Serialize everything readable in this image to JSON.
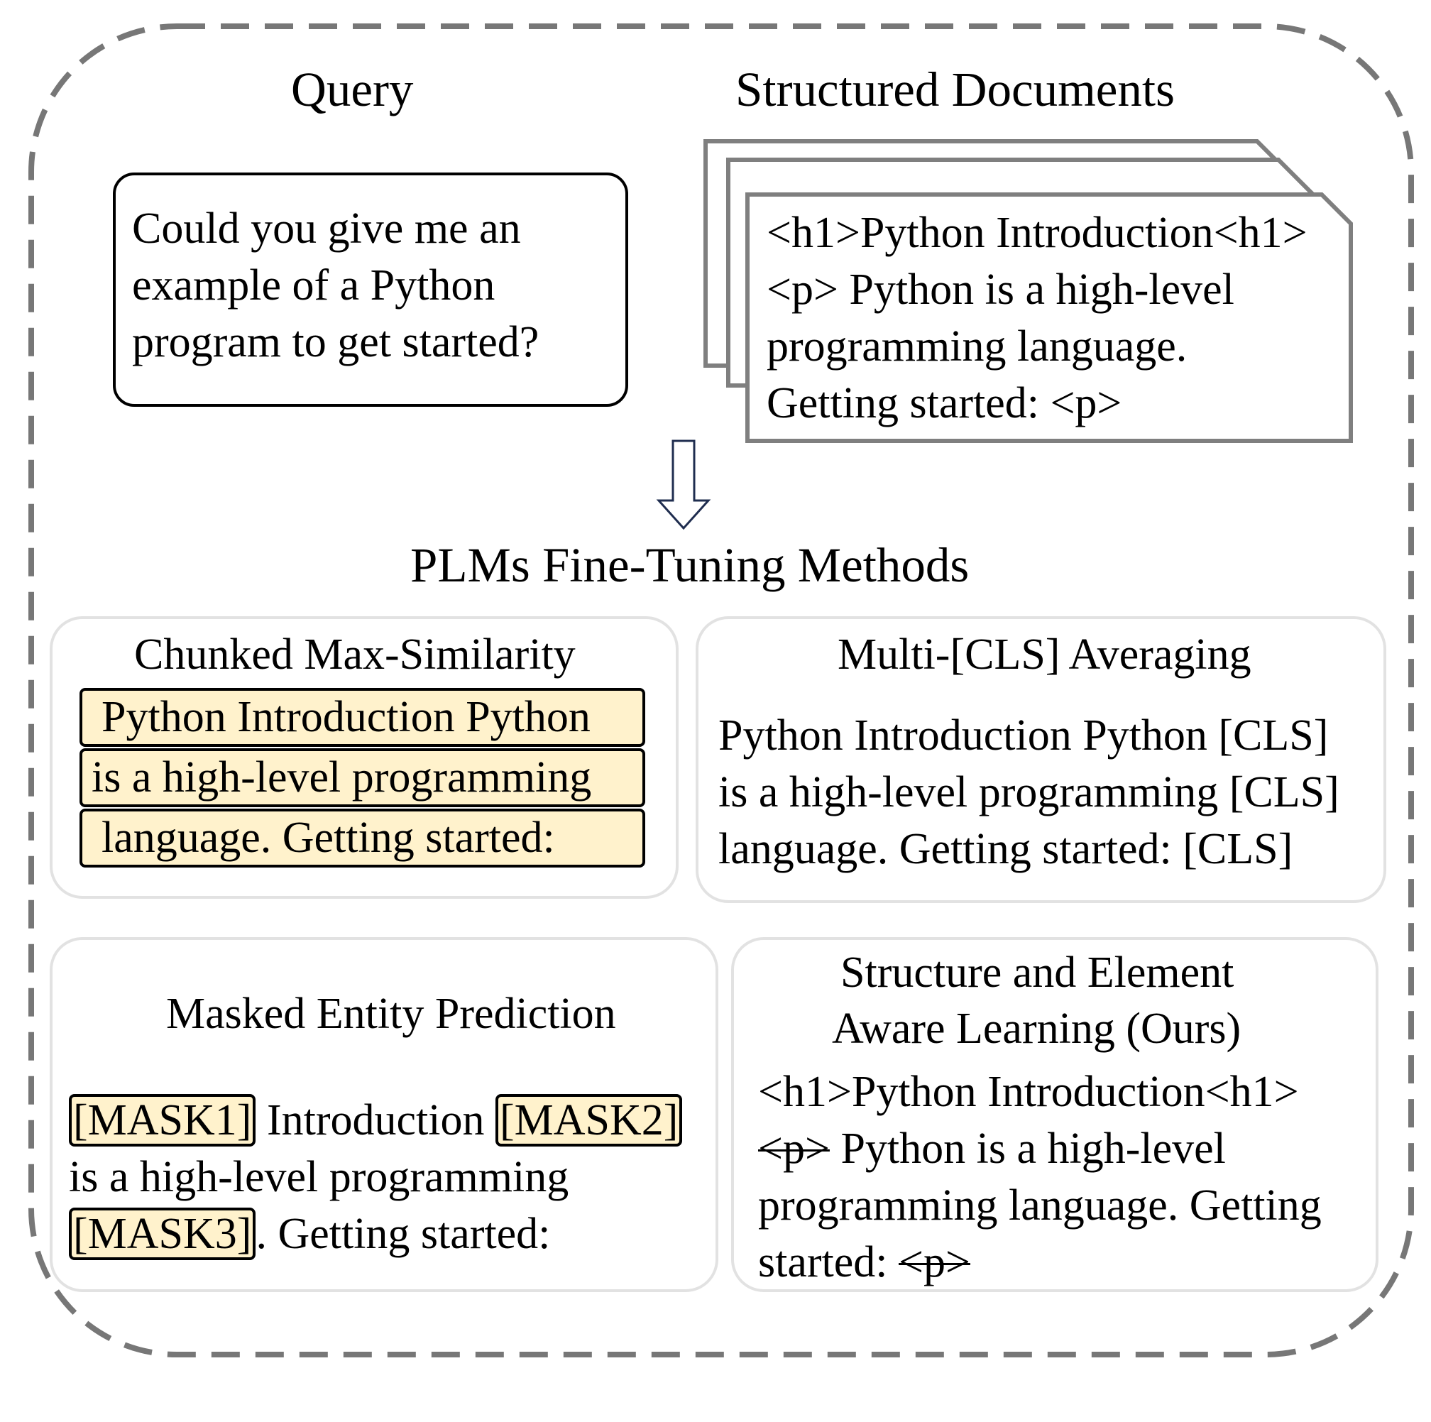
{
  "query": {
    "heading": "Query",
    "lines": [
      "Could you give me an",
      "example of a Python",
      "program to get started?"
    ]
  },
  "documents": {
    "heading": "Structured Documents",
    "lines": [
      "<h1>Python Introduction<h1>",
      "<p> Python is a high-level",
      "programming language.",
      "Getting started: <p>"
    ]
  },
  "methods_heading": "PLMs Fine-Tuning Methods",
  "chunked": {
    "title": "Chunked Max-Similarity",
    "chunks": [
      "Python Introduction Python",
      "is a high-level programming",
      "language. Getting started:"
    ]
  },
  "multicls": {
    "title": "Multi-[CLS] Averaging",
    "lines": [
      "Python Introduction Python [CLS]",
      "is a high-level programming [CLS]",
      "language. Getting started: [CLS]"
    ]
  },
  "masked": {
    "title": "Masked Entity Prediction",
    "mask1": "[MASK1]",
    "word_introduction": "Introduction",
    "mask2": "[MASK2]",
    "line2": "is a high-level programming",
    "mask3": "[MASK3]",
    "tail": ". Getting started:"
  },
  "seal": {
    "title_line1": "Structure and Element",
    "title_line2": "Aware Learning (Ours)",
    "line1": "<h1>Python Introduction<h1>",
    "tag_p_open": "<p>",
    "line2_rest": " Python is a high-level",
    "line3": "programming language. Getting",
    "line4_start": "started: ",
    "tag_p_close": "<p>"
  },
  "colors": {
    "frame_dash": "#777777",
    "doc_border": "#7f7f7f",
    "panel_border": "#e2e2e2",
    "highlight": "#fff2cc",
    "arrow": "#1f2d4f"
  }
}
